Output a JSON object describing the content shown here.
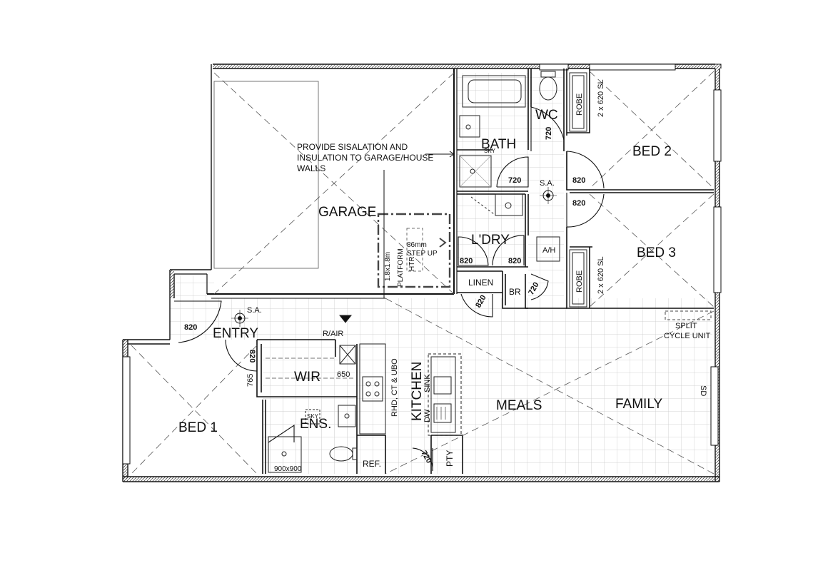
{
  "plan": {
    "note": [
      "PROVIDE SISALATION AND",
      "INSULATION TO GARAGE/HOUSE",
      "WALLS"
    ],
    "rooms": {
      "garage": "GARAGE",
      "bath": "BATH",
      "wc": "WC",
      "bed2": "BED 2",
      "bed3": "BED 3",
      "laundry": "L'DRY",
      "linen": "LINEN",
      "br": "BR",
      "entry": "ENTRY",
      "wir": "WIR",
      "ens": "ENS.",
      "bed1": "BED 1",
      "kitchen": "KITCHEN",
      "meals": "MEALS",
      "family": "FAMILY",
      "pty": "PTY",
      "ref": "REF.",
      "robe_top": "ROBE",
      "robe_bottom": "ROBE"
    },
    "fixtures": {
      "sa_hall": "S.A.",
      "sa_entry": "S.A.",
      "ah": "A/H",
      "rair": "R/AIR",
      "split_1": "SPLIT",
      "split_2": "CYCLE UNIT",
      "robe_sl_top": "2 x 620 SL",
      "robe_sl_bottom": "2 x 620 SL",
      "rhd": "RHD, CT & UBO",
      "sink": "SINK",
      "dw": "DW",
      "sd": "SD",
      "shower": "900x900",
      "platform_1": "1.8x1.8m",
      "platform_2": "PLATFORM",
      "step_1": "86mm",
      "step_2": "STEP UP",
      "htr": "HTR",
      "sky_bath": "SKY",
      "sky_ens": "SKY"
    },
    "dims": {
      "wc_door": "720",
      "bath_door": "720",
      "bed2_door": "820",
      "bed3_door": "820",
      "ldry_door_l": "820",
      "ldry_door_r": "820",
      "linen_door": "820",
      "br_door": "720",
      "entry_door": "820",
      "wir_door": "820",
      "wir_side": "765",
      "wir_width": "650",
      "pty_door": "720"
    }
  }
}
